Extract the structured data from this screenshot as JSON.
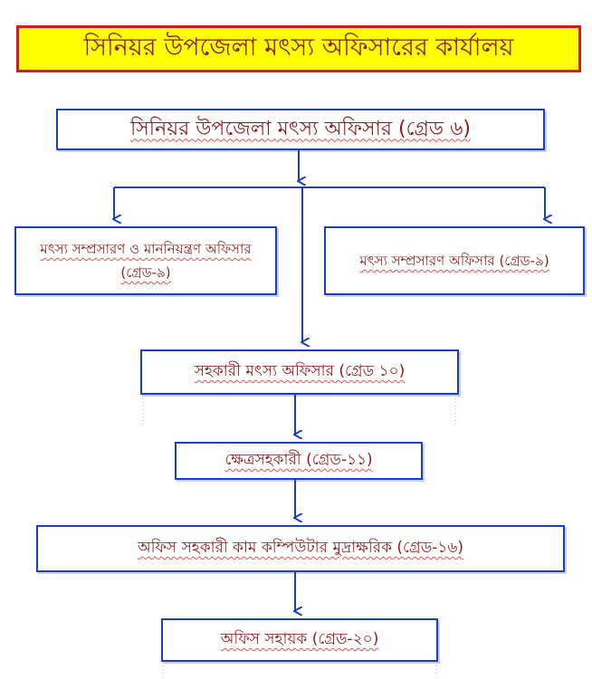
{
  "title": "সিনিয়র উপজেলা মৎস্য অফিসারের কার্যালয়",
  "nodes": {
    "senior_officer": "সিনিয়র উপজেলা মৎস্য অফিসার (গ্রেড ৬)",
    "extension_quality_officer": "মৎস্য সম্প্রসারণ ও মাননিয়ন্ত্রণ অফিসার (গ্রেড-৯)",
    "extension_officer": "মৎস্য সম্প্রসারণ অফিসার (গ্রেড-৯)",
    "assistant_officer": "সহকারী মৎস্য অফিসার (গ্রেড ১০)",
    "field_assistant": "ক্ষেত্রসহকারী (গ্রেড-১১)",
    "office_assistant_typist": "অফিস সহকারী কাম কম্পিউটার মুদ্রাক্ষরিক (গ্রেড-১৬)",
    "office_helper": "অফিস সহায়ক (গ্রেড-২০)"
  },
  "colors": {
    "title_bg": "#ffff00",
    "title_border": "#d11a1a",
    "box_border": "#1c3fc2",
    "text": "#8b1a1a",
    "arrow": "#1c3fc2"
  }
}
